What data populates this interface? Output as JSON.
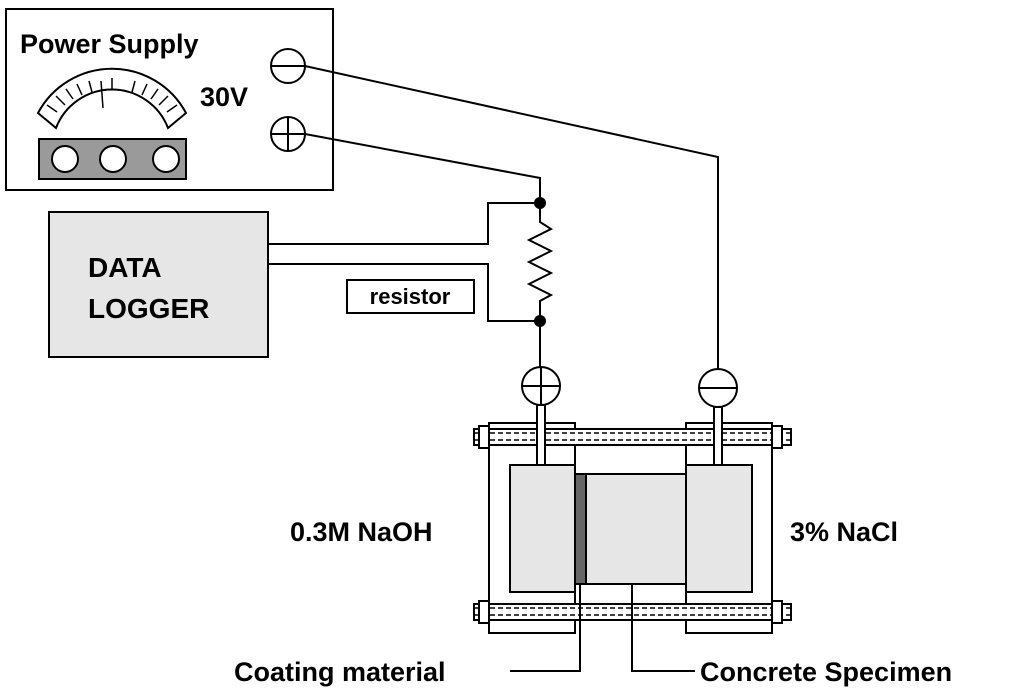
{
  "power_supply": {
    "title": "Power Supply",
    "voltage": "30V"
  },
  "data_logger": {
    "line1": "DATA",
    "line2": "LOGGER"
  },
  "resistor": {
    "label": "resistor"
  },
  "cell": {
    "left_solution": "0.3M NaOH",
    "right_solution": "3% NaCl"
  },
  "callouts": {
    "coating": "Coating material",
    "concrete": "Concrete Specimen"
  },
  "colors": {
    "box_fill": "#e6e6e6",
    "button_panel": "#9a9a9a",
    "coating": "#666666",
    "line": "#000000"
  }
}
